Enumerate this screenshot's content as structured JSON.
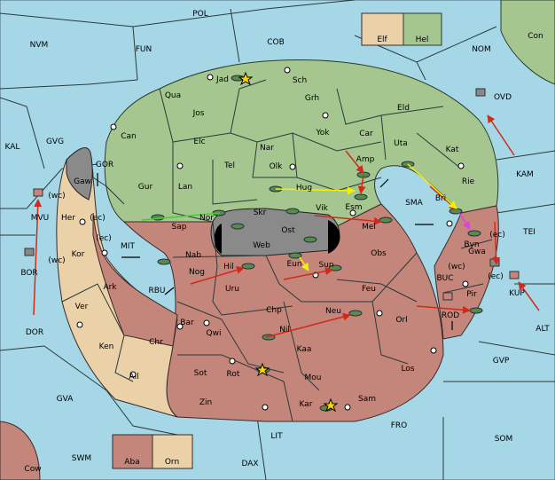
{
  "legend": {
    "elf": "Elf",
    "hel": "Hel",
    "aba": "Aba",
    "orn": "Orn"
  },
  "colors": {
    "sea": "#a6d7e7",
    "green": "#a6c690",
    "red": "#c4857b",
    "tan": "#ead1a8",
    "grey": "#8a8a8a",
    "order_red": "#d12a1a",
    "order_yellow": "#f2f200",
    "order_green": "#40d030",
    "order_magenta": "#e040e0"
  },
  "labels": [
    {
      "t": "POL",
      "id": "pol"
    },
    {
      "t": "NVM",
      "id": "nvm"
    },
    {
      "t": "FUN",
      "id": "fun"
    },
    {
      "t": "COB",
      "id": "cob"
    },
    {
      "t": "NOM",
      "id": "nom"
    },
    {
      "t": "Con",
      "id": "con"
    },
    {
      "t": "OVD",
      "id": "ovd"
    },
    {
      "t": "KAL",
      "id": "kal"
    },
    {
      "t": "GVG",
      "id": "gvg"
    },
    {
      "t": "GOR",
      "id": "gor"
    },
    {
      "t": "Gaw",
      "id": "gaw"
    },
    {
      "t": "(wc)",
      "id": "wc1"
    },
    {
      "t": "MVU",
      "id": "mvu"
    },
    {
      "t": "Her",
      "id": "her"
    },
    {
      "t": "(ec)",
      "id": "ec1"
    },
    {
      "t": "(ec)",
      "id": "ec2"
    },
    {
      "t": "Kor",
      "id": "kor"
    },
    {
      "t": "(wc)",
      "id": "wc2"
    },
    {
      "t": "BOR",
      "id": "bor"
    },
    {
      "t": "MIT",
      "id": "mit"
    },
    {
      "t": "Ark",
      "id": "ark"
    },
    {
      "t": "RBU",
      "id": "rbu"
    },
    {
      "t": "Ver",
      "id": "ver"
    },
    {
      "t": "DOR",
      "id": "dor"
    },
    {
      "t": "Ken",
      "id": "ken"
    },
    {
      "t": "Chr",
      "id": "chr"
    },
    {
      "t": "Ail",
      "id": "ail"
    },
    {
      "t": "GVA",
      "id": "gva"
    },
    {
      "t": "Jad",
      "id": "jad"
    },
    {
      "t": "Sch",
      "id": "sch"
    },
    {
      "t": "Qua",
      "id": "qua"
    },
    {
      "t": "Grh",
      "id": "grh"
    },
    {
      "t": "Jos",
      "id": "jos"
    },
    {
      "t": "Can",
      "id": "can"
    },
    {
      "t": "Yok",
      "id": "yok"
    },
    {
      "t": "Car",
      "id": "car"
    },
    {
      "t": "Eld",
      "id": "eld"
    },
    {
      "t": "Elc",
      "id": "elc"
    },
    {
      "t": "Nar",
      "id": "nar"
    },
    {
      "t": "Uta",
      "id": "uta"
    },
    {
      "t": "Kat",
      "id": "kat"
    },
    {
      "t": "Tel",
      "id": "tel"
    },
    {
      "t": "Olk",
      "id": "olk"
    },
    {
      "t": "Amp",
      "id": "amp"
    },
    {
      "t": "KAM",
      "id": "kam"
    },
    {
      "t": "Gur",
      "id": "gur"
    },
    {
      "t": "Lan",
      "id": "lan"
    },
    {
      "t": "Hug",
      "id": "hug"
    },
    {
      "t": "Rie",
      "id": "rie"
    },
    {
      "t": "Bri",
      "id": "bri"
    },
    {
      "t": "Esm",
      "id": "esm"
    },
    {
      "t": "SMA",
      "id": "sma"
    },
    {
      "t": "Sap",
      "id": "sap"
    },
    {
      "t": "Nor",
      "id": "nor"
    },
    {
      "t": "Skr",
      "id": "skr"
    },
    {
      "t": "Vik",
      "id": "vik"
    },
    {
      "t": "Mel",
      "id": "mel"
    },
    {
      "t": "Byn",
      "id": "byn"
    },
    {
      "t": "TEI",
      "id": "tei"
    },
    {
      "t": "Ost",
      "id": "ost"
    },
    {
      "t": "Web",
      "id": "web"
    },
    {
      "t": "(ec)",
      "id": "ec3"
    },
    {
      "t": "Nab",
      "id": "nab"
    },
    {
      "t": "Obs",
      "id": "obs"
    },
    {
      "t": "Eun",
      "id": "eun"
    },
    {
      "t": "Sun",
      "id": "sun"
    },
    {
      "t": "Gwa",
      "id": "gwa"
    },
    {
      "t": "(wc)",
      "id": "wc3"
    },
    {
      "t": "Nog",
      "id": "nog"
    },
    {
      "t": "Hil",
      "id": "hil"
    },
    {
      "t": "(ec)",
      "id": "ec4"
    },
    {
      "t": "KUP",
      "id": "kup"
    },
    {
      "t": "Uru",
      "id": "uru"
    },
    {
      "t": "Feu",
      "id": "feu"
    },
    {
      "t": "BUC",
      "id": "buc"
    },
    {
      "t": "Pir",
      "id": "pir"
    },
    {
      "t": "Chp",
      "id": "chp"
    },
    {
      "t": "Neu",
      "id": "neu"
    },
    {
      "t": "Orl",
      "id": "orl"
    },
    {
      "t": "ROD",
      "id": "rod"
    },
    {
      "t": "Bar",
      "id": "bar"
    },
    {
      "t": "Qwi",
      "id": "qwi"
    },
    {
      "t": "Nil",
      "id": "nil"
    },
    {
      "t": "ALT",
      "id": "alt"
    },
    {
      "t": "Kaa",
      "id": "kaa"
    },
    {
      "t": "GVP",
      "id": "gvp"
    },
    {
      "t": "Sot",
      "id": "sot"
    },
    {
      "t": "Rot",
      "id": "rot"
    },
    {
      "t": "Mou",
      "id": "mou"
    },
    {
      "t": "Los",
      "id": "los"
    },
    {
      "t": "Zin",
      "id": "zin"
    },
    {
      "t": "Kar",
      "id": "kar"
    },
    {
      "t": "Sam",
      "id": "sam"
    },
    {
      "t": "FRO",
      "id": "fro"
    },
    {
      "t": "SOM",
      "id": "som"
    },
    {
      "t": "LIT",
      "id": "lit"
    },
    {
      "t": "SWM",
      "id": "swm"
    },
    {
      "t": "Cow",
      "id": "cow"
    },
    {
      "t": "DAX",
      "id": "dax"
    }
  ]
}
